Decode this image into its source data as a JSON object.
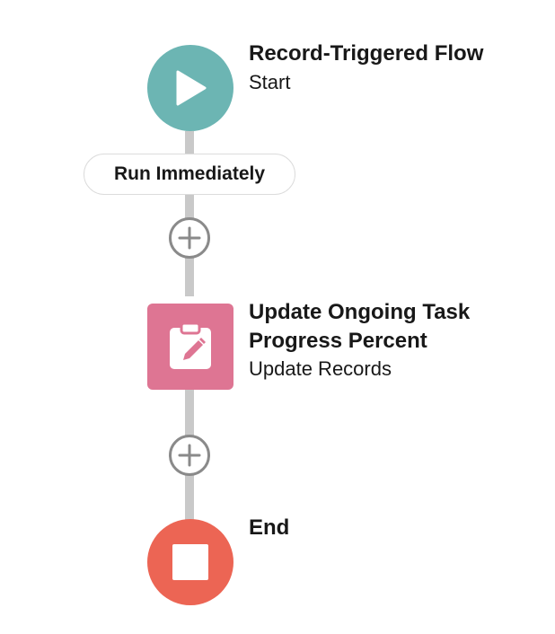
{
  "start": {
    "title": "Record-Triggered Flow",
    "subtitle": "Start",
    "color": "#6cb5b3",
    "icon": "play-icon"
  },
  "path_label": "Run Immediately",
  "add_buttons": [
    {
      "icon": "plus-icon"
    },
    {
      "icon": "plus-icon"
    }
  ],
  "update_element": {
    "title_line1": "Update Ongoing Task",
    "title_line2": "Progress Percent",
    "subtitle": "Update Records",
    "color": "#de7593",
    "icon": "clipboard-edit-icon"
  },
  "end": {
    "title": "End",
    "color": "#ec6554",
    "icon": "stop-icon"
  },
  "colors": {
    "connector": "#c9c9c9",
    "add_border": "#8a8a8a"
  }
}
